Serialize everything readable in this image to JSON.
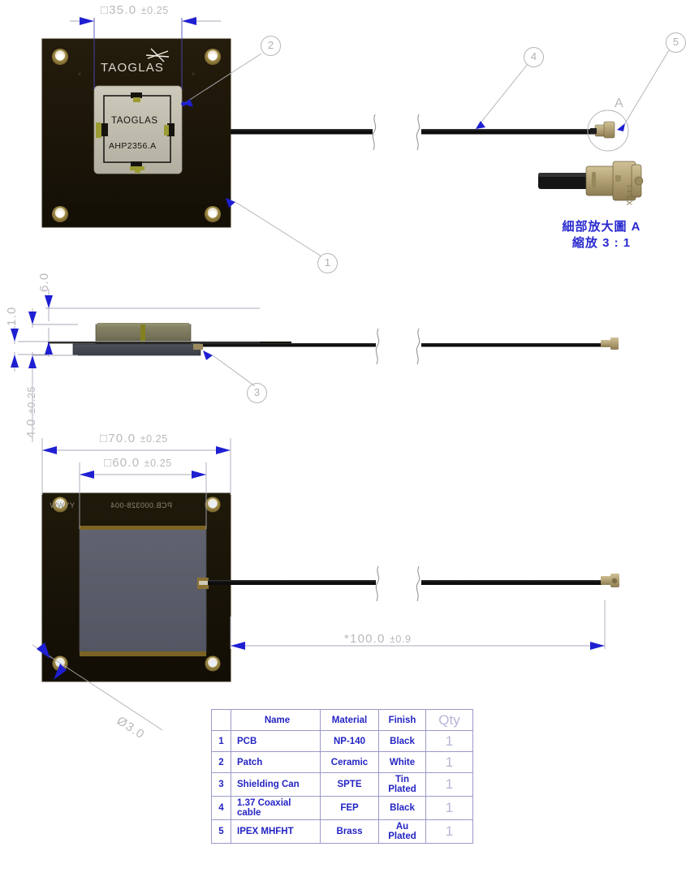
{
  "drawing": {
    "brand": "TAOGLAS",
    "part_number": "AHP2356.A",
    "pcb_silk_code": "PCB.000328-004",
    "pcb_date_code": "YYWW"
  },
  "dimensions": {
    "patch_size": {
      "symbol": "□",
      "value": "35.0",
      "tolerance": "±0.25"
    },
    "pcb_size": {
      "symbol": "□",
      "value": "70.0",
      "tolerance": "±0.25"
    },
    "ground_size": {
      "symbol": "□",
      "value": "60.0",
      "tolerance": "±0.25"
    },
    "total_height": {
      "value": "6.0",
      "tolerance": ""
    },
    "pcb_thickness": {
      "value": "1.0",
      "tolerance": ""
    },
    "patch_height": {
      "value": "4.0",
      "tolerance": "±0.25"
    },
    "cable_length": {
      "value": "*100.0",
      "tolerance": "±0.9"
    },
    "hole_diameter": {
      "value": "Ø3.0",
      "tolerance": ""
    }
  },
  "balloons": [
    {
      "id": "1",
      "label": "1"
    },
    {
      "id": "2",
      "label": "2"
    },
    {
      "id": "3",
      "label": "3"
    },
    {
      "id": "4",
      "label": "4"
    },
    {
      "id": "5",
      "label": "5"
    }
  ],
  "detail_view": {
    "marker": "A",
    "title": "細部放大圖 A",
    "scale": "縮放 3 : 1"
  },
  "parts_table": {
    "headers": [
      "",
      "Name",
      "Material",
      "Finish",
      "Qty"
    ],
    "rows": [
      {
        "idx": "1",
        "name": "PCB",
        "material": "NP-140",
        "finish": "Black",
        "qty": "1"
      },
      {
        "idx": "2",
        "name": "Patch",
        "material": "Ceramic",
        "finish": "White",
        "qty": "1"
      },
      {
        "idx": "3",
        "name": "Shielding Can",
        "material": "SPTE",
        "finish": "Tin\nPlated",
        "qty": "1"
      },
      {
        "idx": "4",
        "name": "1.37 Coaxial\ncable",
        "material": "FEP",
        "finish": "Black",
        "qty": "1"
      },
      {
        "idx": "5",
        "name": "IPEX MHFHT",
        "material": "Brass",
        "finish": "Au\nPlated",
        "qty": "1"
      }
    ]
  },
  "colors": {
    "pcb_dark": "#1c1609",
    "pcb_edge": "#3a2f12",
    "gold": "#8a7031",
    "ground_gray": "#5a5d69",
    "can_khaki": "#7d7a5e",
    "cable_black": "#141414",
    "connector_brass": "#b0a077",
    "dim_gray": "#b9b9bd",
    "text_blue": "#2424c4",
    "arrow_blue": "#1a1ad0"
  }
}
